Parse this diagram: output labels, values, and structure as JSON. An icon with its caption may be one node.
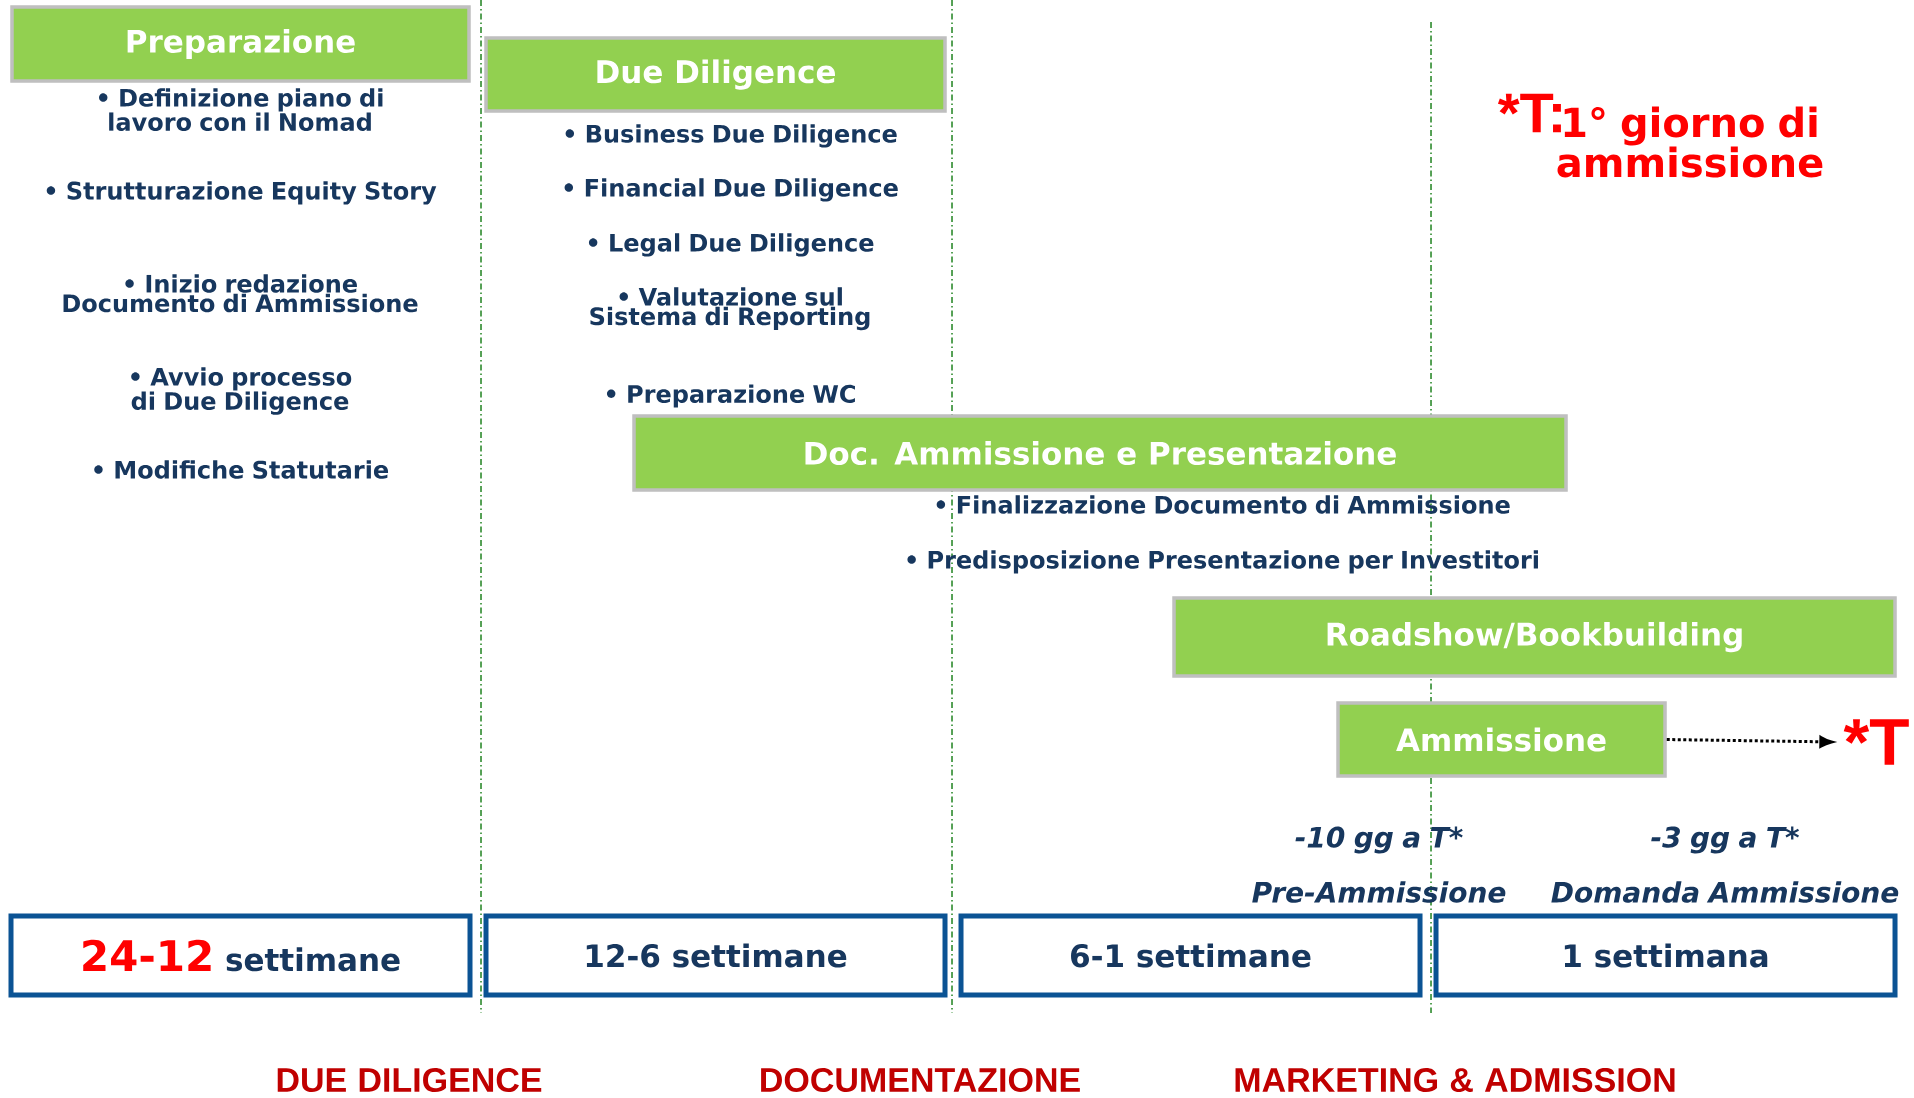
{
  "diagram": {
    "nodes": [
      {
        "text": [
          "Preparazione"
        ],
        "beside": [
          "• Definizione piano di lavoro con il Nomad",
          "• Strutturazione Equity Story",
          "• Inizio redazione Documento di Ammissione",
          "• Avvio processo di Due Diligence",
          "• Modifiche Statutarie"
        ]
      },
      {
        "text": [
          "Due Diligence"
        ],
        "beside": [
          "• Business Due Diligence",
          "• Financial Due Diligence",
          "• Legal Due Diligence",
          "• Valutazione sul Sistema di Reporting"
        ]
      },
      {
        "text": [
          "Doc. Ammissione e Presentazione"
        ],
        "beside": [
          "• Finalizzazione Documento di Ammissione",
          "• Predisposizione Presentazione per Investitori"
        ]
      },
      {
        "text": [
          "Roadshow/Bookbuilding"
        ]
      },
      {
        "text": [
          "Ammissione"
        ]
      },
      {
        "text": [
          "*T"
        ]
      },
      {
        "text": [
          "24-12",
          "settimane"
        ]
      },
      {
        "text": [
          "12-6 settimane"
        ]
      },
      {
        "text": [
          "6-1 settimane"
        ]
      },
      {
        "text": [
          "1 settimana"
        ]
      }
    ],
    "edges": [
      {
        "from": 4,
        "to": 5,
        "arrow": "to",
        "style": "dashed"
      }
    ],
    "labels": [
      "*T:",
      "1° giorno di ammissione",
      "• Preparazione WC",
      "-10 gg a T*",
      "Pre-Ammissione",
      "-3 gg a T*",
      "Domanda Ammissione",
      "DUE DILIGENCE",
      "DOCUMENTAZIONE",
      "MARKETING & ADMISSION"
    ]
  }
}
